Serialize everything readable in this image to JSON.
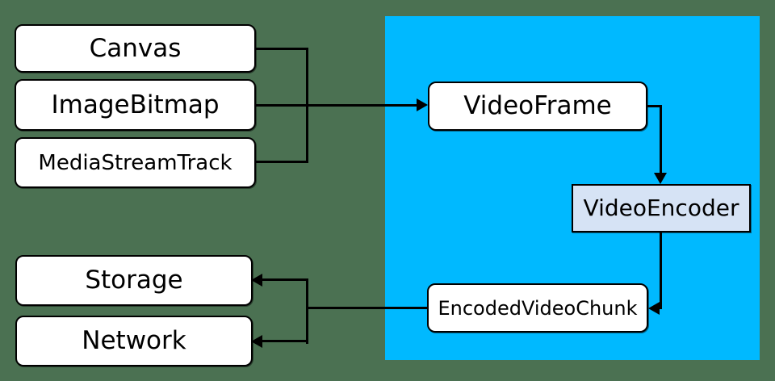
{
  "diagram": {
    "nodes": {
      "canvas": {
        "label": "Canvas"
      },
      "image_bitmap": {
        "label": "ImageBitmap"
      },
      "media_stream_track": {
        "label": "MediaStreamTrack"
      },
      "video_frame": {
        "label": "VideoFrame"
      },
      "video_encoder": {
        "label": "VideoEncoder"
      },
      "encoded_video_chunk": {
        "label": "EncodedVideoChunk"
      },
      "storage": {
        "label": "Storage"
      },
      "network": {
        "label": "Network"
      }
    },
    "edges": [
      {
        "from": "Canvas",
        "to": "VideoFrame"
      },
      {
        "from": "ImageBitmap",
        "to": "VideoFrame"
      },
      {
        "from": "MediaStreamTrack",
        "to": "VideoFrame"
      },
      {
        "from": "VideoFrame",
        "to": "VideoEncoder"
      },
      {
        "from": "VideoEncoder",
        "to": "EncodedVideoChunk"
      },
      {
        "from": "EncodedVideoChunk",
        "to": "Storage"
      },
      {
        "from": "EncodedVideoChunk",
        "to": "Network"
      }
    ],
    "colors": {
      "background": "#4B7152",
      "panel": "#00B9FF",
      "node_fill": "#FFFFFF",
      "encoder_fill": "#D6E3F5",
      "line": "#000000"
    }
  }
}
